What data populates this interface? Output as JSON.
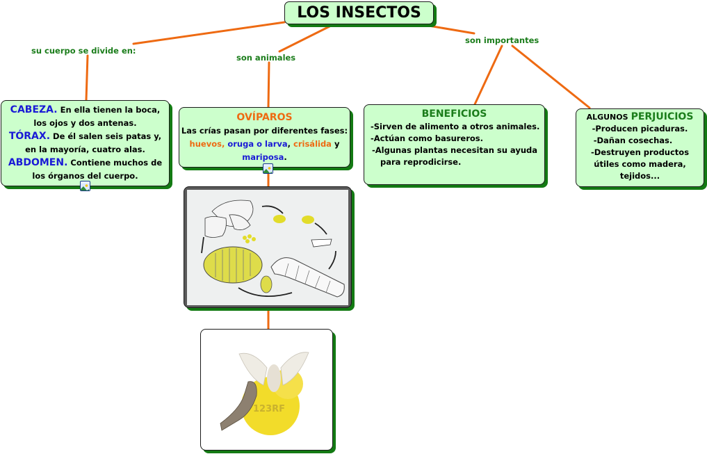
{
  "title": "LOS INSECTOS",
  "linking_phrases": {
    "body": "su cuerpo se divide en:",
    "animals": "son animales",
    "important": "son importantes"
  },
  "body_parts": {
    "cabeza_label": "CABEZA.",
    "cabeza_text_1": "En ella tienen la boca,",
    "cabeza_text_2": "los ojos y dos antenas.",
    "torax_label": "TÓRAX.",
    "torax_text_1": "De él salen seis patas y,",
    "torax_text_2": "en la mayoría, cuatro alas.",
    "abdomen_label": "ABDOMEN.",
    "abdomen_text_1": "Contiene muchos de",
    "abdomen_text_2": "los órganos del cuerpo."
  },
  "oviparos": {
    "heading": "OVÍPAROS",
    "line1": "Las crías pasan por diferentes fases:",
    "phase1": "huevos,",
    "phase2": "oruga o larva",
    "comma": ",",
    "phase3": "crisálida",
    "and": "y",
    "phase4": "mariposa",
    "period": "."
  },
  "beneficios": {
    "heading": "BENEFICIOS",
    "items": [
      "-Sirven de alimento a otros animales.",
      "-Actúan como basureros.",
      "-Algunas plantas necesitan su ayuda",
      "para reprodicirse."
    ]
  },
  "perjuicios": {
    "prefix": "ALGUNOS",
    "heading": "PERJUICIOS",
    "items": [
      "-Producen picaduras.",
      "-Dañan cosechas.",
      "-Destruyen productos",
      "útiles como madera,",
      "tejidos..."
    ]
  },
  "images": {
    "lifecycle": "life-cycle drawing (egg, larva, pupa, moth)",
    "silkworm": "silkworm, cocoon and moth photo",
    "watermark": "123RF"
  },
  "colors": {
    "node_fill": "#ccffcc",
    "node_shadow": "#137a13",
    "connector": "#ee6a12",
    "link_text": "#1b7d1b",
    "blue_text": "#1a1ad6",
    "orange_text": "#ee6a12"
  }
}
